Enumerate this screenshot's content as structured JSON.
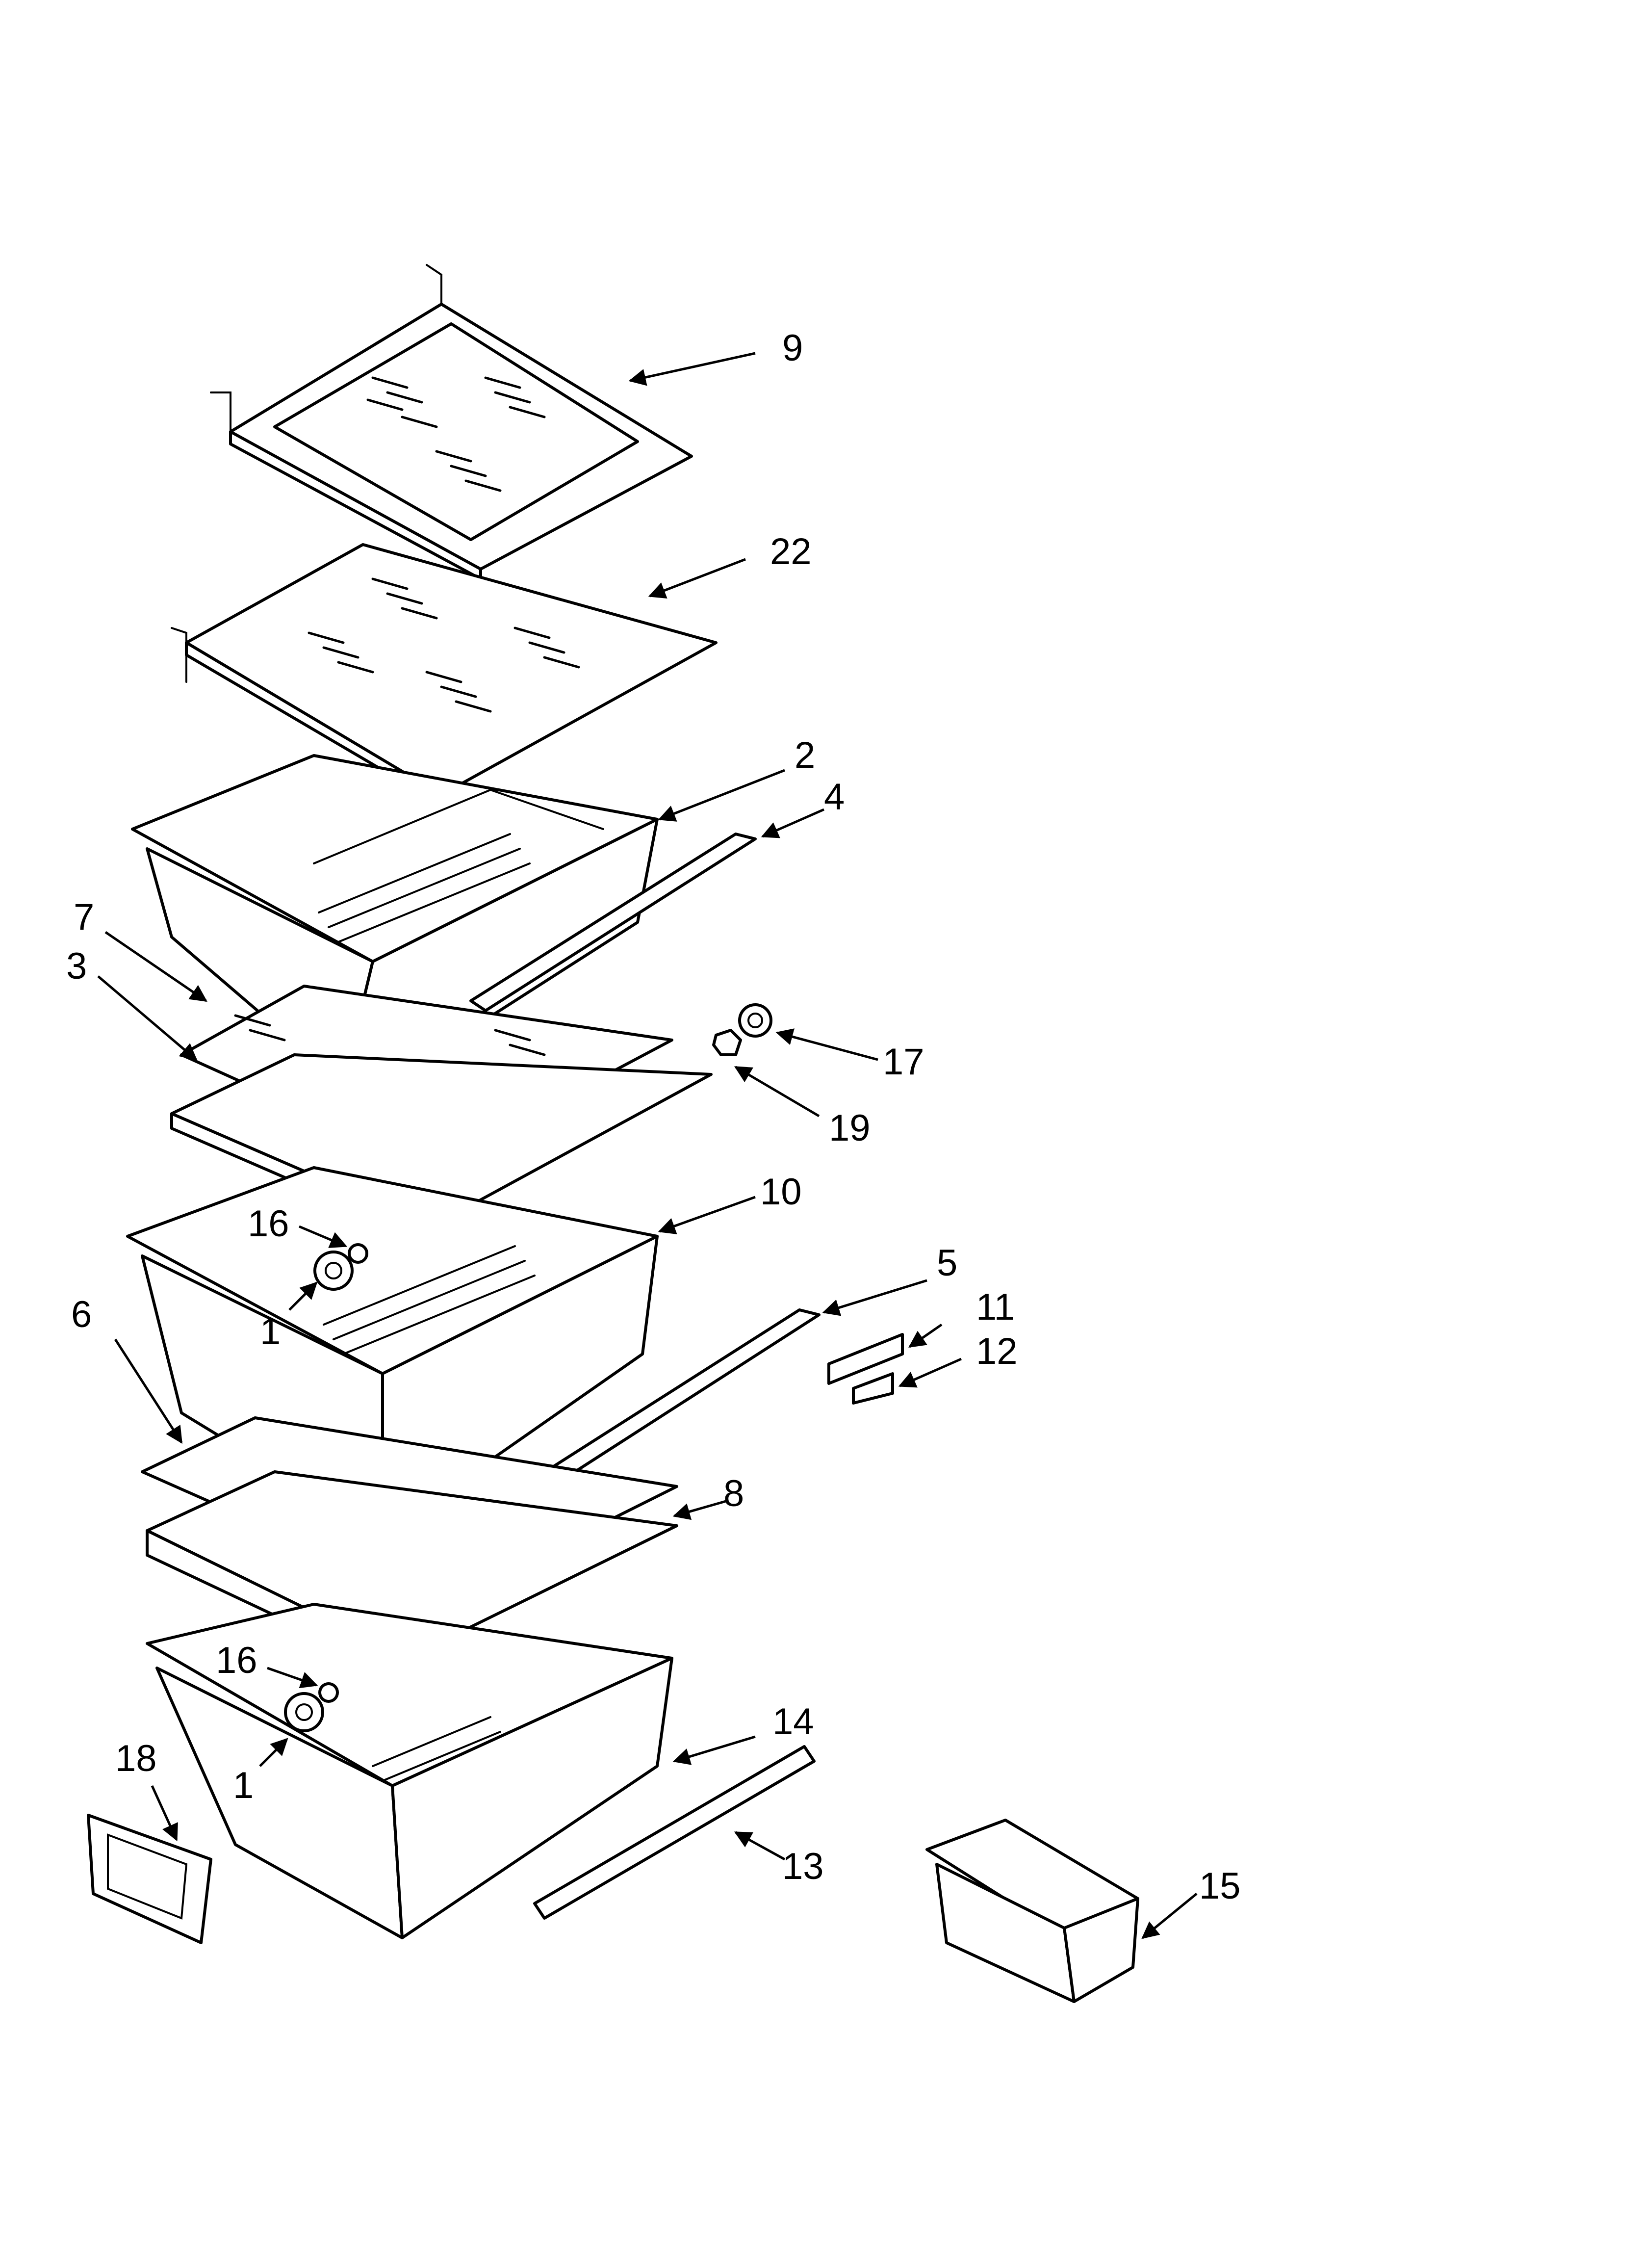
{
  "callouts": [
    {
      "id": "9",
      "label": "9"
    },
    {
      "id": "22",
      "label": "22"
    },
    {
      "id": "2",
      "label": "2"
    },
    {
      "id": "4",
      "label": "4"
    },
    {
      "id": "7",
      "label": "7"
    },
    {
      "id": "3",
      "label": "3"
    },
    {
      "id": "17",
      "label": "17"
    },
    {
      "id": "19",
      "label": "19"
    },
    {
      "id": "10",
      "label": "10"
    },
    {
      "id": "16a",
      "label": "16"
    },
    {
      "id": "1a",
      "label": "1"
    },
    {
      "id": "5",
      "label": "5"
    },
    {
      "id": "11",
      "label": "11"
    },
    {
      "id": "12",
      "label": "12"
    },
    {
      "id": "6",
      "label": "6"
    },
    {
      "id": "8",
      "label": "8"
    },
    {
      "id": "16b",
      "label": "16"
    },
    {
      "id": "14",
      "label": "14"
    },
    {
      "id": "1b",
      "label": "1"
    },
    {
      "id": "18",
      "label": "18"
    },
    {
      "id": "13",
      "label": "13"
    },
    {
      "id": "15",
      "label": "15"
    }
  ]
}
